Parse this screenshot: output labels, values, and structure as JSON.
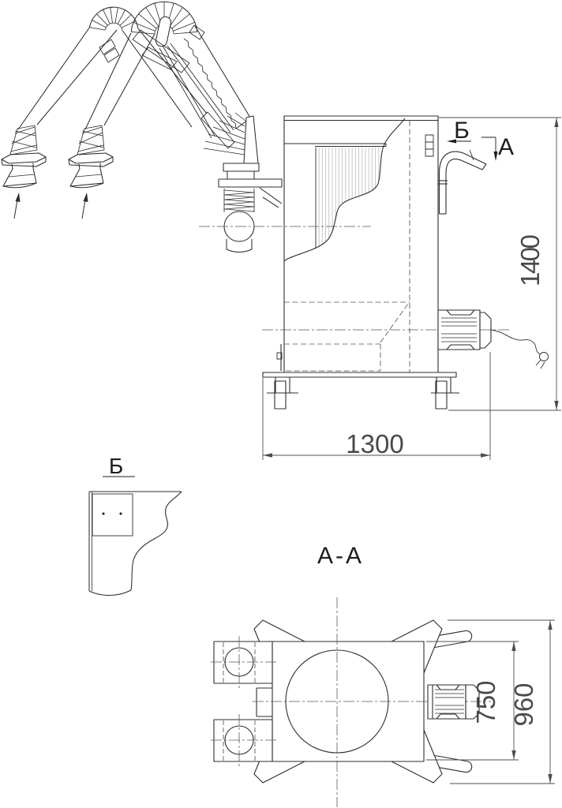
{
  "labels": {
    "view_b_pointer": "Б",
    "section_a_pointer": "А",
    "detail_b_title": "Б",
    "section_aa_title": "А - А"
  },
  "dimensions": {
    "overall_height_mm": "1400",
    "overall_length_mm": "1300",
    "body_width_mm": "750",
    "overall_width_mm": "960"
  }
}
